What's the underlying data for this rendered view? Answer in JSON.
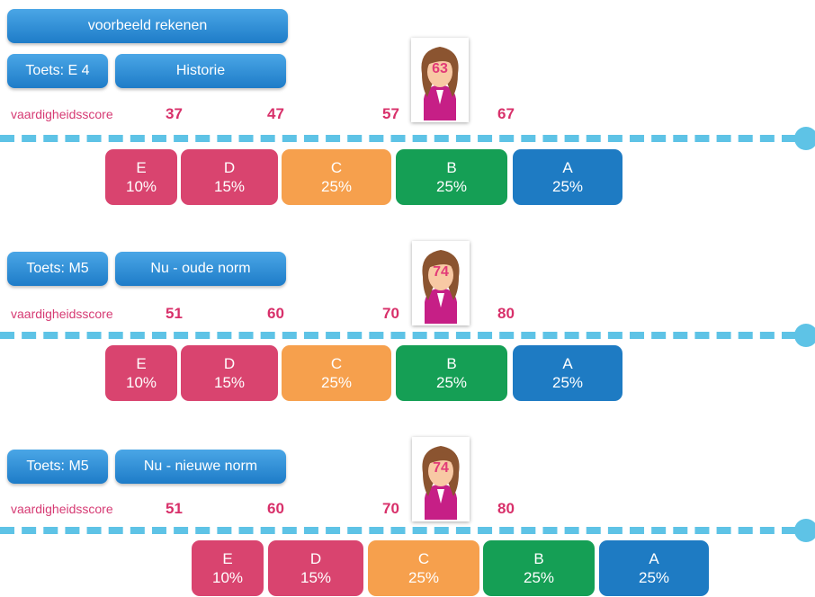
{
  "title": "voorbeeld rekenen",
  "score_label": "vaardigheidsscore",
  "colors": {
    "E": "#d9446f",
    "D": "#d9446f",
    "C": "#f6a04d",
    "B": "#159f55",
    "A": "#1e7bc3",
    "line": "#5ec3e6",
    "score_text": "#d8306a"
  },
  "panels": [
    {
      "test_label": "Toets: E 4",
      "norm_label": "Historie",
      "ticks": [
        "37",
        "47",
        "57",
        "67"
      ],
      "student_score": "63",
      "bands": [
        {
          "letter": "E",
          "pct": "10%"
        },
        {
          "letter": "D",
          "pct": "15%"
        },
        {
          "letter": "C",
          "pct": "25%"
        },
        {
          "letter": "B",
          "pct": "25%"
        },
        {
          "letter": "A",
          "pct": "25%"
        }
      ]
    },
    {
      "test_label": "Toets: M5",
      "norm_label": "Nu - oude norm",
      "ticks": [
        "51",
        "60",
        "70",
        "80"
      ],
      "student_score": "74",
      "bands": [
        {
          "letter": "E",
          "pct": "10%"
        },
        {
          "letter": "D",
          "pct": "15%"
        },
        {
          "letter": "C",
          "pct": "25%"
        },
        {
          "letter": "B",
          "pct": "25%"
        },
        {
          "letter": "A",
          "pct": "25%"
        }
      ]
    },
    {
      "test_label": "Toets: M5",
      "norm_label": "Nu - nieuwe norm",
      "ticks": [
        "51",
        "60",
        "70",
        "80"
      ],
      "student_score": "74",
      "bands": [
        {
          "letter": "E",
          "pct": "10%"
        },
        {
          "letter": "D",
          "pct": "15%"
        },
        {
          "letter": "C",
          "pct": "25%"
        },
        {
          "letter": "B",
          "pct": "25%"
        },
        {
          "letter": "A",
          "pct": "25%"
        }
      ]
    }
  ]
}
